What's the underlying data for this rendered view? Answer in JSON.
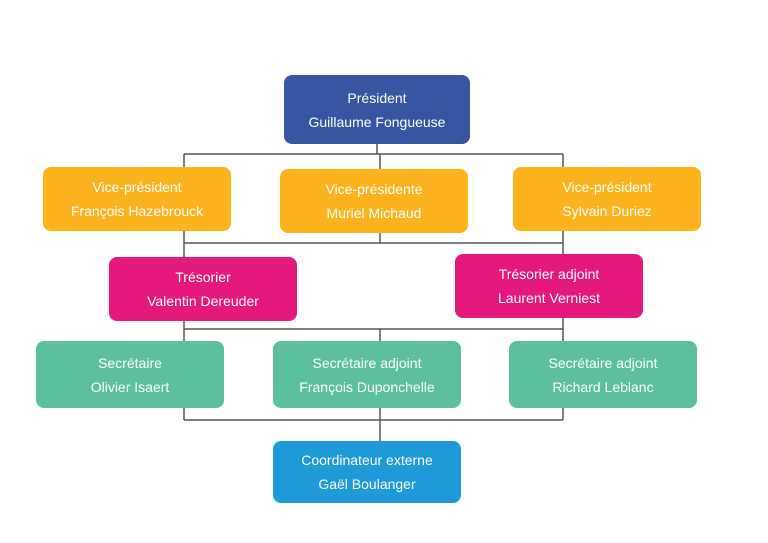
{
  "colors": {
    "president": "#3656a1",
    "vice": "#fcb31d",
    "treasurer": "#e5187b",
    "secretary": "#5cbf9f",
    "coordinator": "#1e9ad9",
    "connector": "#555555"
  },
  "president": {
    "role": "Président",
    "name": "Guillaume Fongueuse"
  },
  "vice_presidents": [
    {
      "role": "Vice-président",
      "name": "François Hazebrouck"
    },
    {
      "role": "Vice-présidente",
      "name": "Muriel Michaud"
    },
    {
      "role": "Vice-président",
      "name": "Sylvain Duriez"
    }
  ],
  "treasurers": [
    {
      "role": "Trésorier",
      "name": "Valentin Dereuder"
    },
    {
      "role": "Trésorier adjoint",
      "name": "Laurent Verniest"
    }
  ],
  "secretaries": [
    {
      "role": "Secrétaire",
      "name": "Olivier Isaert"
    },
    {
      "role": "Secrétaire adjoint",
      "name": "François Duponchelle"
    },
    {
      "role": "Secrétaire adjoint",
      "name": "Richard Leblanc"
    }
  ],
  "coordinator": {
    "role": "Coordinateur externe",
    "name": "Gaël Boulanger"
  }
}
